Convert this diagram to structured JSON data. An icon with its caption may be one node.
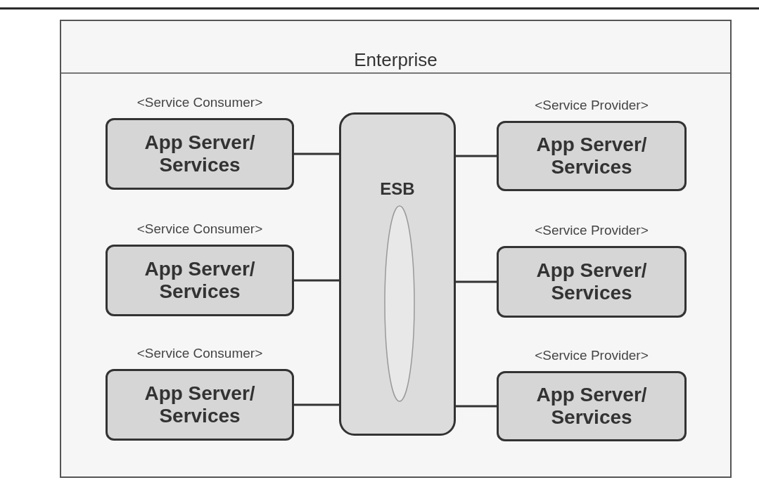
{
  "diagram": {
    "nodes": [
      {
        "text": [
          "Enterprise"
        ]
      },
      {
        "text": [
          "App Server/ Services"
        ],
        "beside": [
          "<Service Consumer>"
        ],
        "in": 0
      },
      {
        "text": [
          "App Server/ Services"
        ],
        "beside": [
          "<Service Consumer>"
        ],
        "in": 0
      },
      {
        "text": [
          "App Server/ Services"
        ],
        "beside": [
          "<Service Consumer>"
        ],
        "in": 0
      },
      {
        "text": [
          "ESB"
        ],
        "in": 0
      },
      {
        "text": [
          "App Server/ Services"
        ],
        "beside": [
          "<Service Provider>"
        ],
        "in": 0
      },
      {
        "text": [
          "App Server/ Services"
        ],
        "beside": [
          "<Service Provider>"
        ],
        "in": 0
      },
      {
        "text": [
          "App Server/ Services"
        ],
        "beside": [
          "<Service Provider>"
        ],
        "in": 0
      }
    ],
    "edges": [
      {
        "from": 1,
        "to": 4,
        "arrow": "none"
      },
      {
        "from": 2,
        "to": 4,
        "arrow": "none"
      },
      {
        "from": 3,
        "to": 4,
        "arrow": "none"
      },
      {
        "from": 4,
        "to": 5,
        "arrow": "none"
      },
      {
        "from": 4,
        "to": 6,
        "arrow": "none"
      },
      {
        "from": 4,
        "to": 7,
        "arrow": "none"
      }
    ]
  }
}
